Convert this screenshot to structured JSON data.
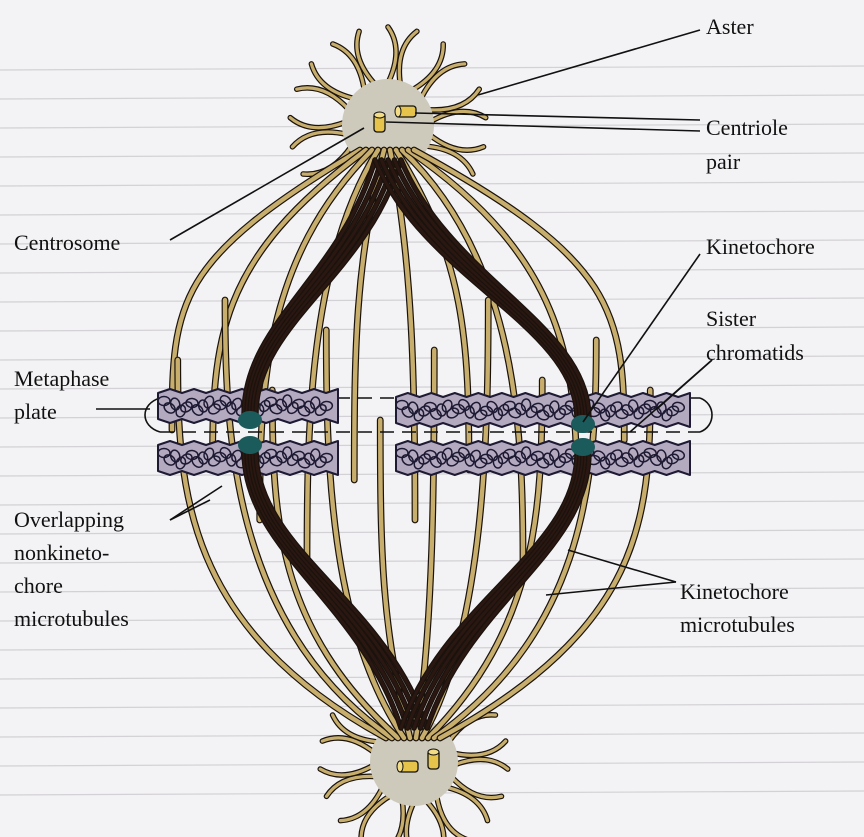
{
  "labels": {
    "aster": "Aster",
    "centriole_pair": [
      "Centriole",
      "pair"
    ],
    "centrosome": "Centrosome",
    "kinetochore": "Kinetochore",
    "sister_chromatids": [
      "Sister",
      "chromatids"
    ],
    "metaphase_plate": [
      "Metaphase",
      "plate"
    ],
    "overlapping_microtubules": [
      "Overlapping",
      "nonkineto-",
      "chore",
      "microtubules"
    ],
    "kinetochore_microtubules": [
      "Kinetochore",
      "microtubules"
    ]
  },
  "colors": {
    "page": "#f3f2f4",
    "centrosome_fill": "#cdc9bb",
    "microtubule_tan": "#c8ae6c",
    "microtubule_dark": "#2a1712",
    "chromatid_fill": "#b3aac0",
    "chromatid_line": "#1e1a33",
    "kinetochore": "#1b5b5c",
    "centriole": "#e6c34a"
  }
}
